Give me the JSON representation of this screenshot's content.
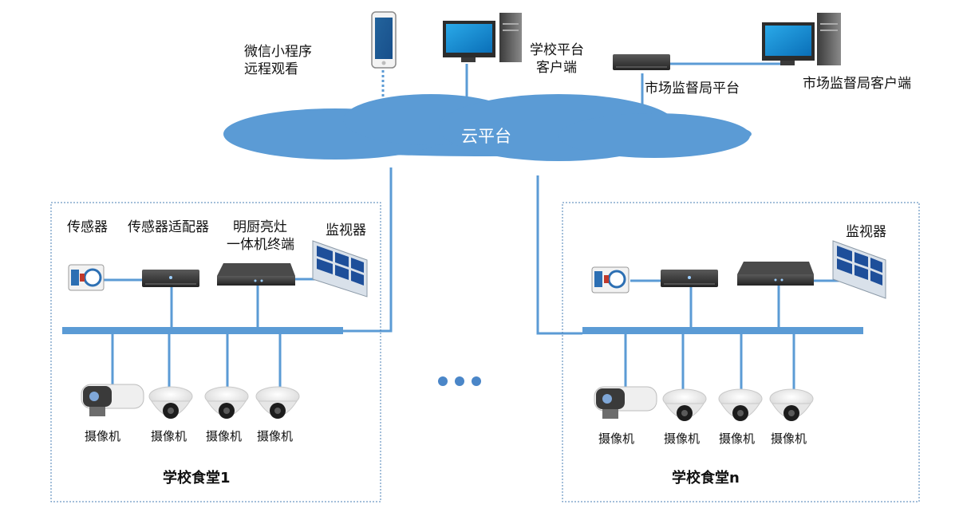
{
  "labels": {
    "mini_program_line1": "微信小程序",
    "mini_program_line2": "远程观看",
    "school_client_line1": "学校平台",
    "school_client_line2": "客户端",
    "market_platform": "市场监督局平台",
    "market_client": "市场监督局客户端",
    "cloud": "云平台",
    "sensor": "传感器",
    "sensor_adapter": "传感器适配器",
    "terminal_line1": "明厨亮灶",
    "terminal_line2": "一体机终端",
    "monitor_left": "监视器",
    "monitor_right": "监视器",
    "camera": "摄像机",
    "canteen_1": "学校食堂1",
    "canteen_n": "学校食堂n"
  },
  "colors": {
    "link": "#5b9bd5",
    "cloud": "#5b9bd5",
    "box_border": "#4a7fb5",
    "bus": "#5b9bd5"
  }
}
